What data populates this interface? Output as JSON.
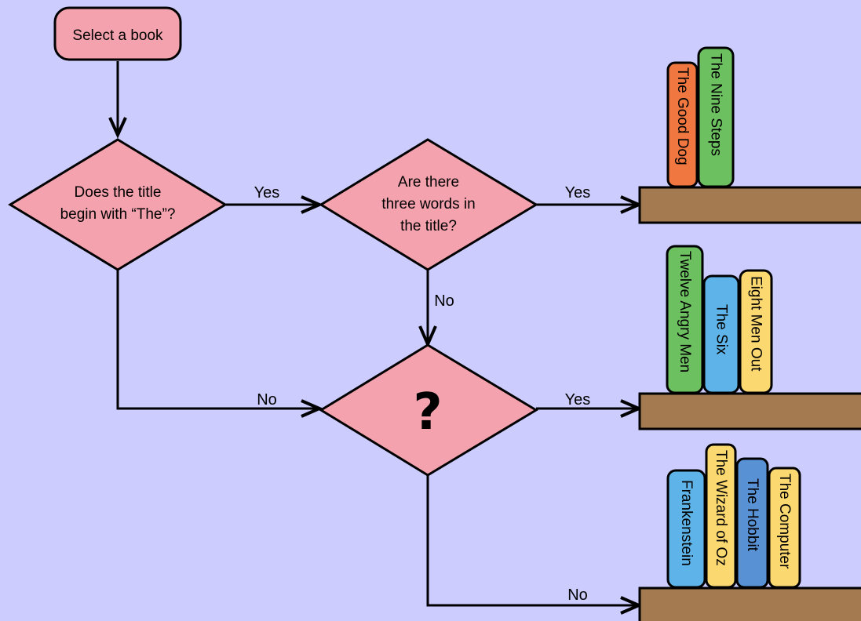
{
  "start": {
    "label": "Select a book"
  },
  "decisions": {
    "begin_the": {
      "lines": [
        "Does the title",
        "begin with “The”?"
      ]
    },
    "three_words": {
      "lines": [
        "Are there",
        "three words in",
        "the title?"
      ]
    },
    "unknown": {
      "symbol": "?"
    }
  },
  "edge_labels": {
    "begin_yes": "Yes",
    "begin_no": "No",
    "three_yes": "Yes",
    "three_no": "No",
    "unknown_yes": "Yes",
    "unknown_no": "No"
  },
  "shelves": {
    "top": [
      "The Good Dog",
      "The Nine Steps"
    ],
    "middle": [
      "Twelve Angry Men",
      "The Six",
      "Eight Men Out"
    ],
    "bottom": [
      "Frankenstein",
      "The Wizard of Oz",
      "The Hobbit",
      "The Computer"
    ]
  },
  "colors": {
    "background": "#ccccff",
    "node_fill": "#f4a3ae",
    "shelf": "#a47a50",
    "book_orange": "#f07840",
    "book_green": "#6cc060",
    "book_blue": "#5eb4e8",
    "book_yellow": "#fcd870",
    "book_steel_blue": "#5891d4"
  }
}
